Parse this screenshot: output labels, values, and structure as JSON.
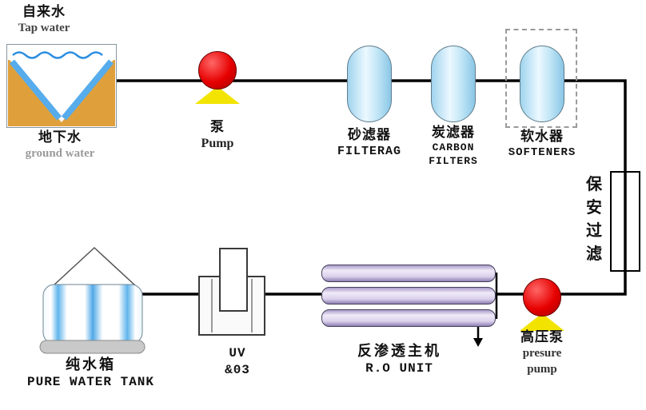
{
  "diagram": {
    "source_tank": {
      "top_cn": "自来水",
      "top_en": "Tap water",
      "bottom_cn": "地下水",
      "bottom_en": "ground water"
    },
    "pump": {
      "cn": "泵",
      "en": "Pump"
    },
    "sand_filter": {
      "cn": "砂滤器",
      "en": "FILTERAG"
    },
    "carbon_filter": {
      "cn": "炭滤器",
      "en1": "CARBON",
      "en2": "FILTERS"
    },
    "softener": {
      "cn": "软水器",
      "en": "SOFTENERS"
    },
    "security_filter": {
      "c0": "保",
      "c1": "安",
      "c2": "过",
      "c3": "滤"
    },
    "pressure_pump": {
      "cn": "高压泵",
      "en1": "presure",
      "en2": "pump"
    },
    "ro_unit": {
      "cn": "反渗透主机",
      "en": "R.O UNIT"
    },
    "uv_unit": {
      "line1": "UV",
      "line2": "&03"
    },
    "pure_water_tank": {
      "cn": "纯水箱",
      "en": "PURE WATER TANK"
    }
  },
  "colors": {
    "pipe_black": "#000000",
    "pump_red": "#e60000",
    "pump_base_yellow": "#f2e400",
    "vessel_blue": "#bfe4f5",
    "tank_orange": "#dfa03c",
    "water_blue": "#55aaee",
    "ro_lavender": "#dbd1ec"
  }
}
